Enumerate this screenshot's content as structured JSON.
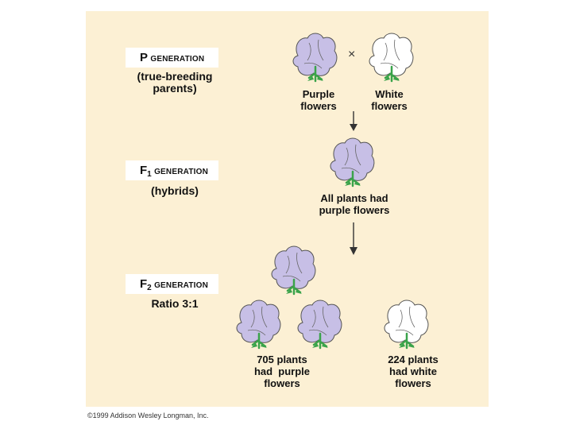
{
  "p_generation": {
    "letter": "P",
    "word": "GENERATION",
    "sublabel_line1": "(true-breeding",
    "sublabel_line2": "parents)"
  },
  "f1_generation": {
    "letter": "F",
    "index": "1",
    "word": "GENERATION",
    "sublabel": "(hybrids)"
  },
  "f2_generation": {
    "letter": "F",
    "index": "2",
    "word": "GENERATION",
    "sublabel": "Ratio 3:1"
  },
  "cross_symbol": "×",
  "captions": {
    "purple_parent": [
      "Purple",
      "flowers"
    ],
    "white_parent": [
      "White",
      "flowers"
    ],
    "f1_result": [
      "All plants had",
      "purple flowers"
    ],
    "f2_purple": [
      "705 plants",
      "had  purple",
      "flowers"
    ],
    "f2_white": [
      "224 plants",
      "had white",
      "flowers"
    ]
  },
  "colors": {
    "panel": "#fcf0d4",
    "purple_petal": "#c7bfe6",
    "white_petal": "#ffffff",
    "leaf": "#3aa34a"
  },
  "copyright": "©1999 Addison Wesley Longman, Inc."
}
